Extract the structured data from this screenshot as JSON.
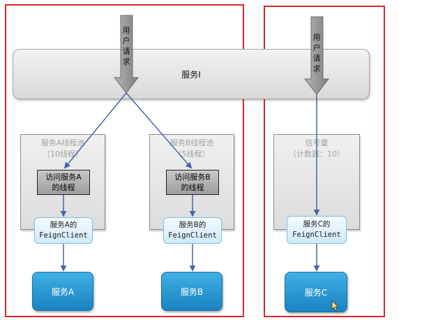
{
  "service_i": {
    "label": "服务I"
  },
  "left_request": {
    "chars": [
      "用",
      "户",
      "请",
      "求"
    ]
  },
  "right_request": {
    "chars": [
      "用",
      "户",
      "请",
      "求"
    ]
  },
  "pool_a": {
    "title": "服务A线程池\n（10线程）",
    "thread": "访问服务A\n的线程"
  },
  "pool_b": {
    "title": "服务B线程池\n（5线程）",
    "thread": "访问服务B\n的线程"
  },
  "semaphore": {
    "title": "信号量\n（计数器：10）"
  },
  "feign_a": {
    "line1": "服务A的",
    "line2": "FeignClient"
  },
  "feign_b": {
    "line1": "服务B的",
    "line2": "FeignClient"
  },
  "feign_c": {
    "line1": "服务C的",
    "line2": "FeignClient"
  },
  "service_a": {
    "label": "服务A"
  },
  "service_b": {
    "label": "服务B"
  },
  "service_c": {
    "label": "服务C"
  },
  "colors": {
    "frame": "#d9262b",
    "line": "#4a64a8",
    "service": "#1f8fd0"
  }
}
